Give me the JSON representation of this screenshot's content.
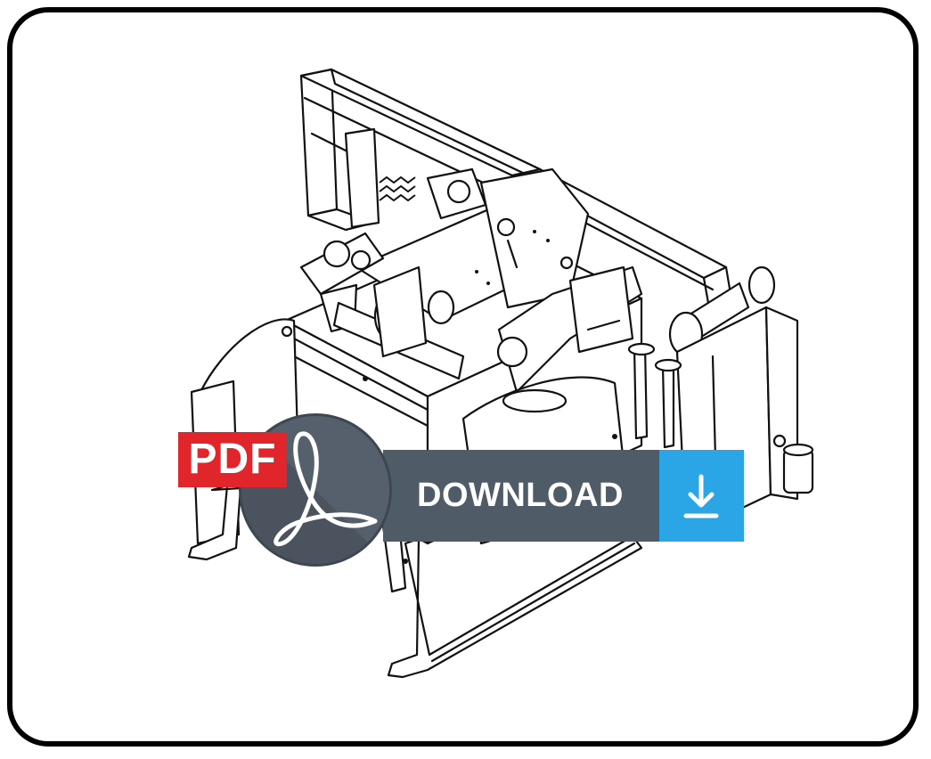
{
  "badge": {
    "text": "PDF",
    "color": "#e0262a"
  },
  "download": {
    "label": "DOWNLOAD",
    "bar_color": "#4f5b67",
    "button_color": "#2aa5e6",
    "icon": "download-arrow-icon"
  },
  "logo": {
    "icon": "adobe-acrobat-icon",
    "circle_color": "#56606c"
  },
  "illustration": {
    "subject": "mechanical-clamp-attachment-line-drawing"
  }
}
